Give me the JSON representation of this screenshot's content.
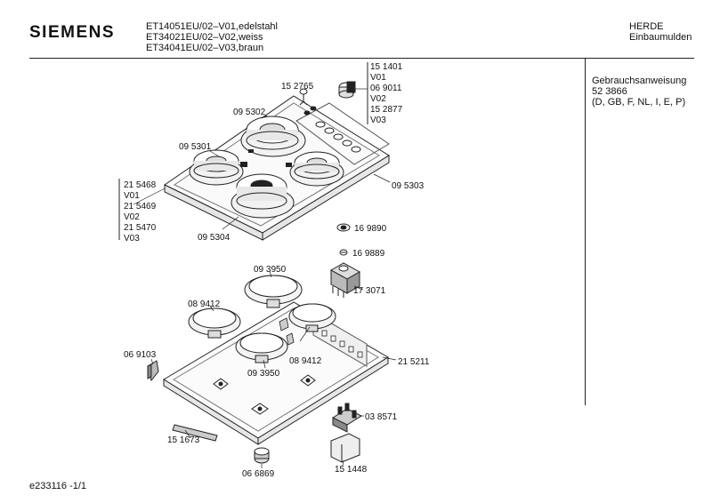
{
  "header": {
    "brand": "SIEMENS",
    "models": [
      "ET14051EU/02–V01,edelstahl",
      "ET34021EU/02–V02,weiss",
      "ET34041EU/02–V03,braun"
    ],
    "category": [
      "HERDE",
      "Einbaumulden"
    ]
  },
  "side_panel": {
    "lines": [
      "Gebrauchsanweisung",
      "52 3866",
      "(D, GB, F, NL, I, E, P)"
    ]
  },
  "footer": {
    "doc_id": "e233116   -1/1"
  },
  "parts": {
    "p151401": "15 1401",
    "v01a": "V01",
    "p069011": "06 9011",
    "v02a": "V02",
    "p152877": "15 2877",
    "v03a": "V03",
    "p152765": "15 2765",
    "p095302": "09 5302",
    "p095301": "09 5301",
    "p215468": "21 5468",
    "v01b": "V01",
    "p215469": "21 5469",
    "v02b": "V02",
    "p215470": "21 5470",
    "v03b": "V03",
    "p095303": "09 5303",
    "p095304": "09 5304",
    "p169890": "16 9890",
    "p169889": "16 9889",
    "p093950a": "09 3950",
    "p173071": "17 3071",
    "p089412a": "08 9412",
    "p089412b": "08 9412",
    "p093950b": "09 3950",
    "p069103": "06 9103",
    "p215211": "21 5211",
    "p038571": "03 8571",
    "p151673": "15 1673",
    "p151448": "15 1448",
    "p066869": "06 6869"
  }
}
